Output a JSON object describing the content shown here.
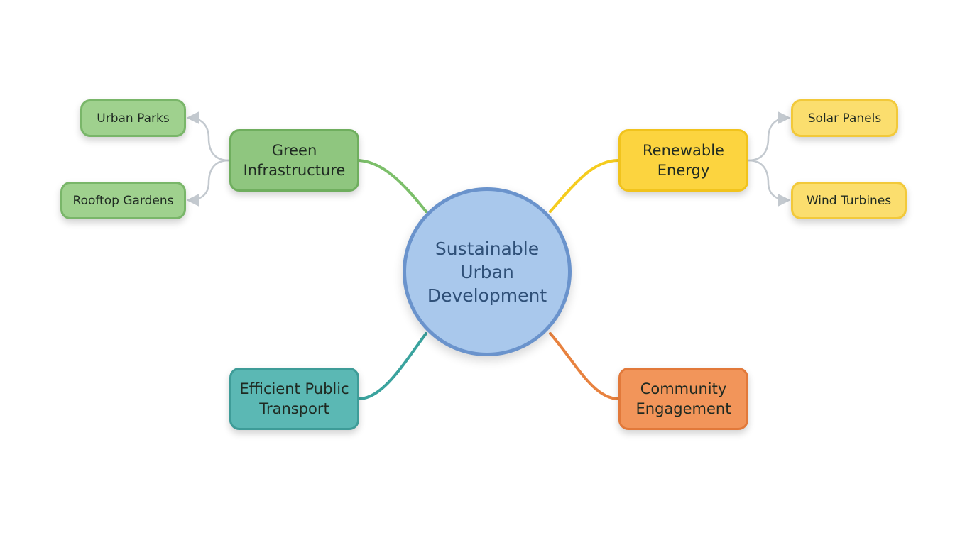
{
  "center": {
    "label": "Sustainable\nUrban\nDevelopment"
  },
  "branches": {
    "green": {
      "label": "Green\nInfrastructure",
      "children": [
        "Urban Parks",
        "Rooftop Gardens"
      ]
    },
    "renewable": {
      "label": "Renewable\nEnergy",
      "children": [
        "Solar Panels",
        "Wind Turbines"
      ]
    },
    "transport": {
      "label": "Efficient Public\nTransport"
    },
    "community": {
      "label": "Community\nEngagement"
    }
  },
  "colors": {
    "center_fill": "#a9c8ec",
    "center_border": "#6a93cc",
    "green": "#7cbf6a",
    "yellow": "#f5cc1e",
    "teal": "#3aa39e",
    "orange": "#e8823f",
    "sub_connector": "#c3c9cf"
  }
}
